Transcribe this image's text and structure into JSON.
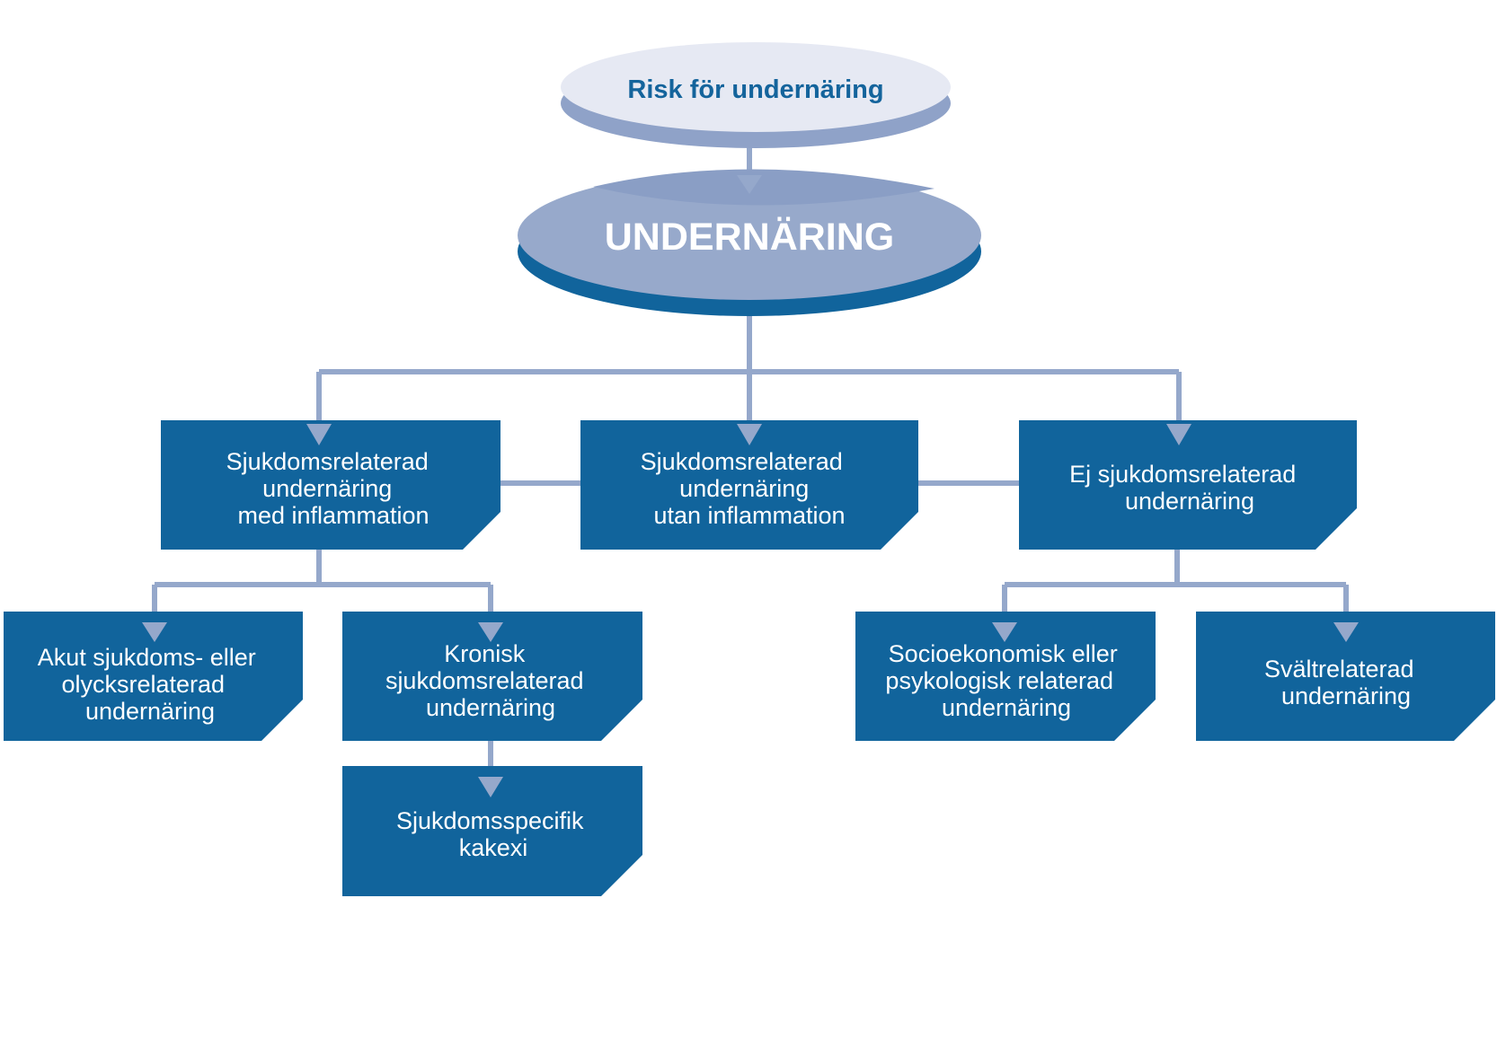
{
  "colors": {
    "box": "#11649c",
    "connector": "#95a8cb",
    "risk_top": "#e6e9f3",
    "risk_side": "#8fa2c8",
    "main_top": "#97a9cb",
    "main_side": "#11649c",
    "risk_text": "#14649c"
  },
  "risk": {
    "label": "Risk för undernäring"
  },
  "main": {
    "label": "UNDERNÄRING"
  },
  "boxes": {
    "inflam": {
      "lines": [
        "Sjukdomsrelaterad",
        "undernäring",
        "med inflammation"
      ]
    },
    "no_inflam": {
      "lines": [
        "Sjukdomsrelaterad",
        "undernäring",
        "utan inflammation"
      ]
    },
    "non_disease": {
      "lines": [
        "Ej sjukdomsrelaterad",
        "undernäring"
      ]
    },
    "acute": {
      "lines": [
        "Akut sjukdoms- eller",
        "olycksrelaterad",
        "undernäring"
      ]
    },
    "chronic": {
      "lines": [
        "Kronisk",
        "sjukdomsrelaterad",
        "undernäring"
      ]
    },
    "cachexia": {
      "lines": [
        "Sjukdomsspecifik",
        "kakexi"
      ]
    },
    "socio": {
      "lines": [
        "Socioekonomisk eller",
        "psykologisk relaterad",
        "undernäring"
      ]
    },
    "starvation": {
      "lines": [
        "Svältrelaterad",
        "undernäring"
      ]
    }
  }
}
